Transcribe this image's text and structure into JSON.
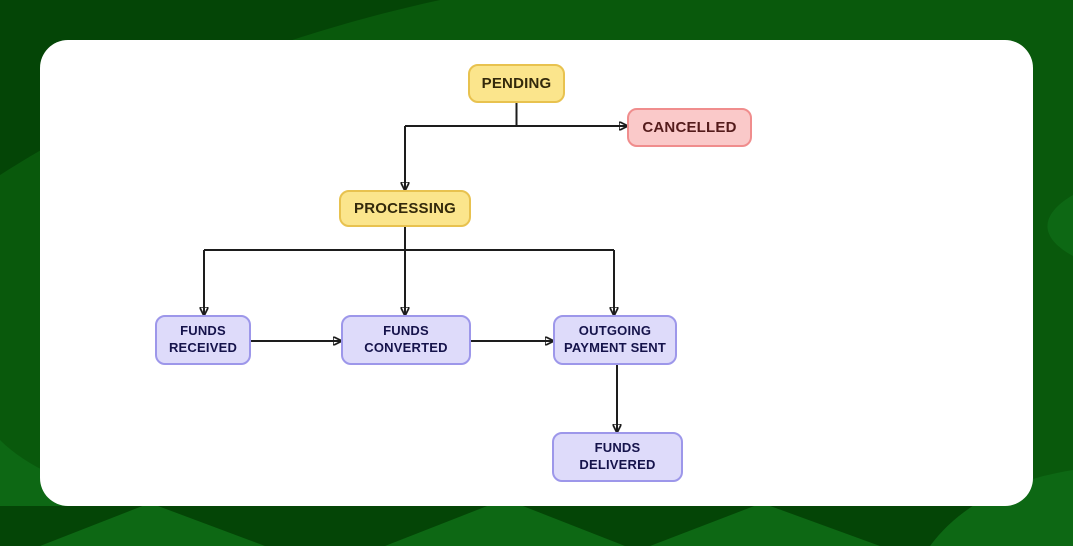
{
  "diagram": {
    "nodes": {
      "pending": {
        "label": "PENDING",
        "style": "yellow"
      },
      "cancelled": {
        "label": "CANCELLED",
        "style": "red"
      },
      "processing": {
        "label": "PROCESSING",
        "style": "yellow"
      },
      "funds_received": {
        "label": "FUNDS RECEIVED",
        "style": "purple"
      },
      "funds_converted": {
        "label": "FUNDS CONVERTED",
        "style": "purple"
      },
      "outgoing_payment_sent": {
        "label": "OUTGOING PAYMENT SENT",
        "style": "purple"
      },
      "funds_delivered": {
        "label": "FUNDS DELIVERED",
        "style": "purple"
      }
    },
    "edges": [
      {
        "from": "pending",
        "to": "cancelled"
      },
      {
        "from": "pending",
        "to": "processing"
      },
      {
        "from": "processing",
        "to": "funds_received"
      },
      {
        "from": "processing",
        "to": "funds_converted"
      },
      {
        "from": "processing",
        "to": "outgoing_payment_sent"
      },
      {
        "from": "funds_received",
        "to": "funds_converted"
      },
      {
        "from": "funds_converted",
        "to": "outgoing_payment_sent"
      },
      {
        "from": "outgoing_payment_sent",
        "to": "funds_delivered"
      }
    ],
    "colors": {
      "yellow_fill": "#fbe58c",
      "yellow_border": "#e8c24f",
      "yellow_text": "#33290b",
      "red_fill": "#fac9c9",
      "red_border": "#f08d8d",
      "red_text": "#541b1b",
      "purple_fill": "#dedbfa",
      "purple_border": "#9d97ea",
      "purple_text": "#15134b",
      "line": "#1d1d1d",
      "card_bg": "#ffffff",
      "bg_base": "#09590c",
      "bg_dark": "#044506",
      "bg_light": "#0d6814"
    }
  }
}
